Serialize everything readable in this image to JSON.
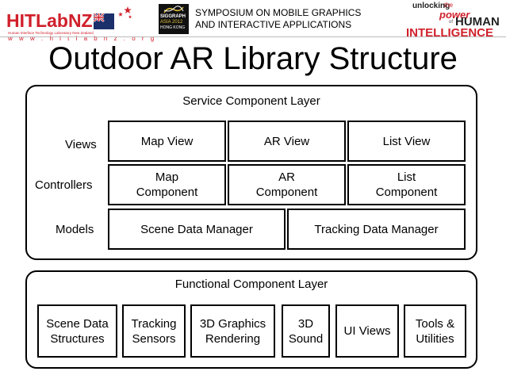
{
  "header": {
    "hitlab": {
      "name": "HITLabNZ",
      "tagline": "Human Interface Technology Laboratory New Zealand",
      "website": "w w w . h i t l a b n z . o r g"
    },
    "siggraph": {
      "line1": "SIGGRAPH",
      "line2": "ASIA 2012",
      "line3": "HONG KONG"
    },
    "symposium": {
      "line1": "SYMPOSIUM ON MOBILE GRAPHICS",
      "line2": "AND INTERACTIVE APPLICATIONS"
    },
    "human_intelligence": {
      "unlocking": "unlocking",
      "the1": "the",
      "power": "power",
      "of": "of",
      "human": "HUMAN",
      "intelligence": "INTELLIGENCE"
    }
  },
  "title": "Outdoor AR Library Structure",
  "service_layer": {
    "title": "Service Component Layer",
    "row_labels": {
      "views": "Views",
      "controllers": "Controllers",
      "models": "Models"
    },
    "views": [
      "Map View",
      "AR View",
      "List View"
    ],
    "controllers": [
      "Map\nComponent",
      "AR\nComponent",
      "List\nComponent"
    ],
    "models": [
      "Scene Data Manager",
      "Tracking Data Manager"
    ]
  },
  "functional_layer": {
    "title": "Functional Component Layer",
    "components": [
      "Scene Data\nStructures",
      "Tracking\nSensors",
      "3D Graphics\nRendering",
      "3D\nSound",
      "UI Views",
      "Tools &\nUtilities"
    ]
  },
  "colors": {
    "brand_red": "#d0202b",
    "border": "#000000",
    "accent_gold": "#e0c23a"
  }
}
